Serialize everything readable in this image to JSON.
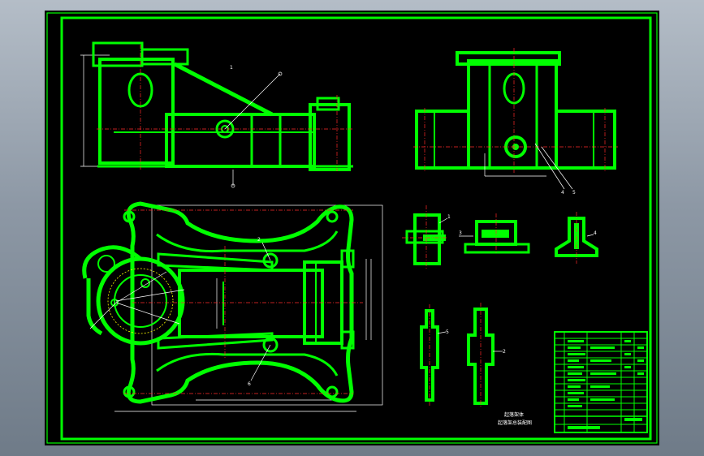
{
  "drawing": {
    "background": "#000000",
    "line_color": "#00ff00",
    "center_line_color": "#ff2a2a",
    "dimension_color": "#ffffff",
    "hatch_color": "#ffff00"
  },
  "callouts": {
    "front_view_part": "1",
    "side_view_a": "4",
    "side_view_b": "5",
    "plan_view_part": "2",
    "plan_view_hole": "6",
    "section_a_part": "1",
    "section_b_part": "3",
    "section_c_part": "4",
    "detail_part_a": "5",
    "detail_part_b": "2"
  },
  "title_block": {
    "title_line1": "起落架体",
    "title_line2": "起落架总装配图"
  }
}
